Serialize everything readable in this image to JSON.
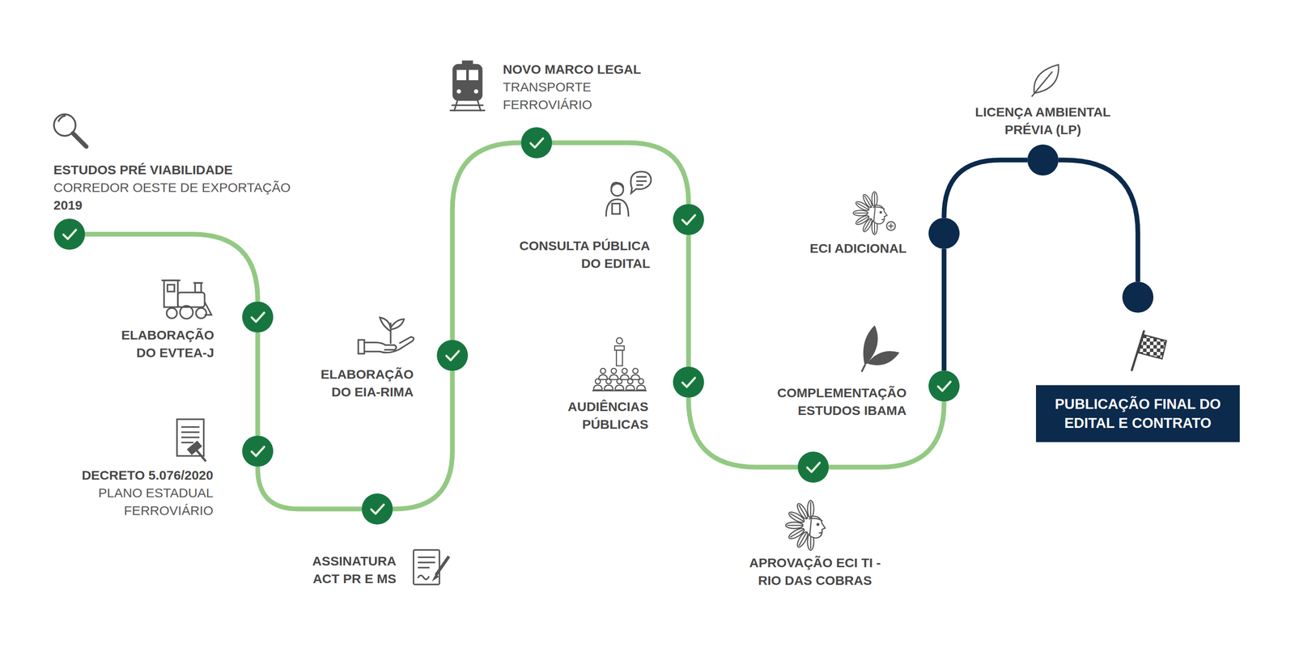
{
  "diagram": {
    "nodes": [
      {
        "text": [
          "ESTUDOS PRÉ VIABILIDADE",
          "CORREDOR OESTE DE EXPORTAÇÃO",
          "2019"
        ]
      },
      {
        "text": [
          "ELABORAÇÃO DO EVTEA-J"
        ]
      },
      {
        "text": [
          "DECRETO 5.076/2020",
          "PLANO ESTADUAL FERROVIÁRIO"
        ]
      },
      {
        "text": [
          "ASSINATURA ACT PR E MS"
        ]
      },
      {
        "text": [
          "ELABORAÇÃO DO EIA-RIMA"
        ]
      },
      {
        "text": [
          "NOVO MARCO LEGAL",
          "TRANSPORTE FERROVIÁRIO"
        ]
      },
      {
        "text": [
          "CONSULTA PÚBLICA DO EDITAL"
        ]
      },
      {
        "text": [
          "AUDIÊNCIAS PÚBLICAS"
        ]
      },
      {
        "text": [
          "APROVAÇÃO ECI TI - RIO DAS COBRAS"
        ]
      },
      {
        "text": [
          "COMPLEMENTAÇÃO ESTUDOS IBAMA"
        ]
      },
      {
        "text": [
          "ECI ADICIONAL"
        ]
      },
      {
        "text": [
          "LICENÇA AMBIENTAL PRÉVIA (LP)"
        ]
      },
      {
        "text": [
          "PUBLICAÇÃO FINAL DO EDITAL E CONTRATO"
        ]
      }
    ],
    "edges": [
      {
        "from": 0,
        "to": 1,
        "arrow": "none"
      },
      {
        "from": 1,
        "to": 2,
        "arrow": "none"
      },
      {
        "from": 2,
        "to": 3,
        "arrow": "none"
      },
      {
        "from": 3,
        "to": 4,
        "arrow": "none"
      },
      {
        "from": 4,
        "to": 5,
        "arrow": "none"
      },
      {
        "from": 5,
        "to": 6,
        "arrow": "none"
      },
      {
        "from": 6,
        "to": 7,
        "arrow": "none"
      },
      {
        "from": 7,
        "to": 8,
        "arrow": "none"
      },
      {
        "from": 8,
        "to": 9,
        "arrow": "none"
      },
      {
        "from": 9,
        "to": 10,
        "arrow": "none"
      },
      {
        "from": 10,
        "to": 11,
        "arrow": "none"
      },
      {
        "from": 11,
        "to": 12,
        "arrow": "none"
      }
    ]
  }
}
